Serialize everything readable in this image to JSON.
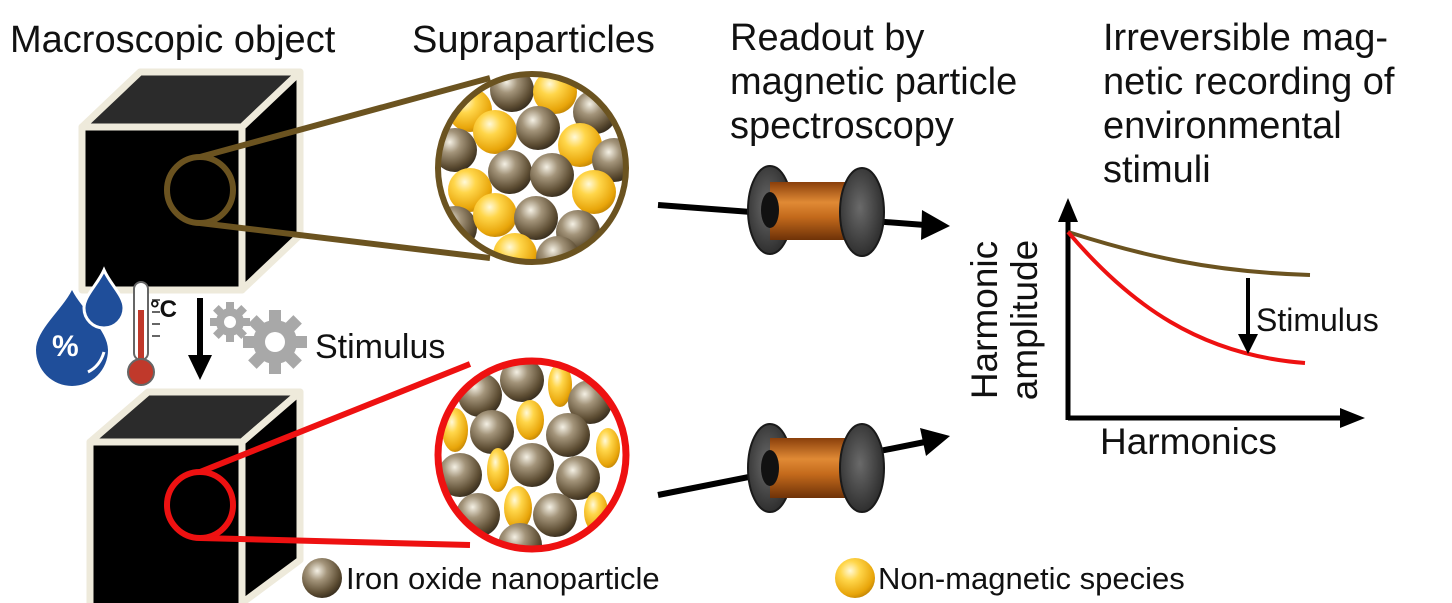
{
  "headers": {
    "macro": "Macroscopic object",
    "supra": "Supraparticles",
    "readout": [
      "Readout by",
      "magnetic particle",
      "spectroscopy"
    ],
    "irreversible": [
      "Irreversible mag-",
      "netic recording of",
      "environmental",
      "stimuli"
    ]
  },
  "stimulus_label": "Stimulus",
  "humidity_symbol": "%",
  "temperature_unit": "°C",
  "chart": {
    "ylabel": [
      "Harmonic",
      "amplitude"
    ],
    "xlabel": "Harmonics",
    "annotation": "Stimulus"
  },
  "legend": {
    "iron": "Iron oxide nanoparticle",
    "nonmag": "Non-magnetic species"
  },
  "colors": {
    "brown": "#6b5320",
    "red": "#ee1111",
    "blue": "#1f4e9a",
    "copper": "#c46a1c",
    "gear": "#a8a8a8",
    "cube_edge": "#eeeadb"
  },
  "icons": [
    "humidity-drop-icon",
    "thermometer-icon",
    "gears-icon",
    "coil-icon",
    "arrow-icon"
  ]
}
